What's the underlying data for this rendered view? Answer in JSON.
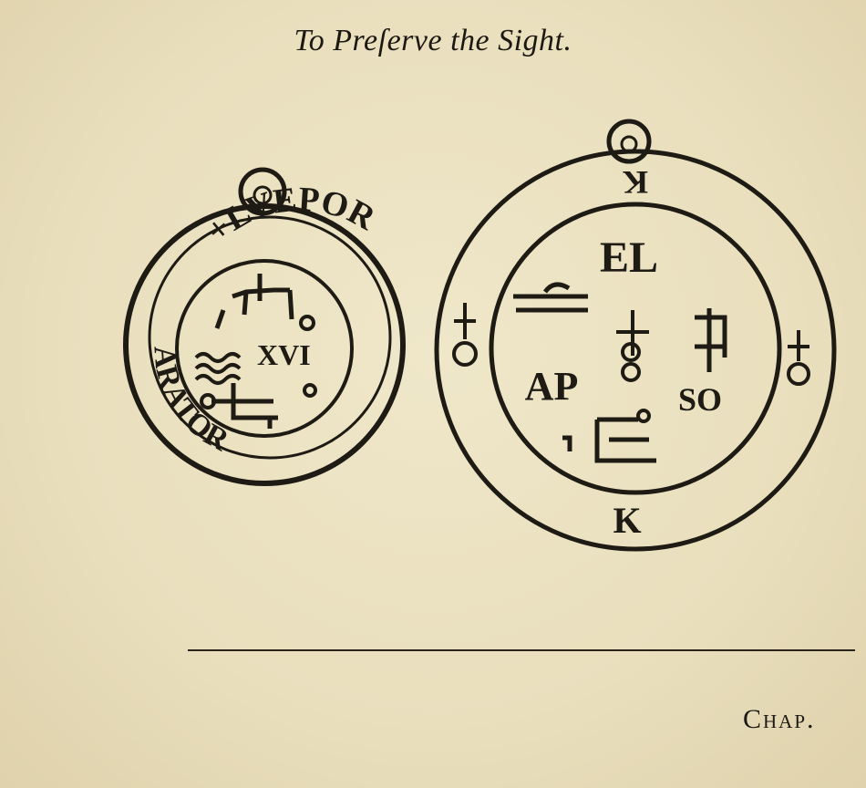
{
  "page": {
    "title": "To Preſerve the Sight.",
    "catchword": "Chap."
  },
  "left_seal": {
    "outer_ring_text": "+LVEPOR",
    "lower_ring_text": "ARATOR",
    "inner_text": "XVI"
  },
  "right_seal": {
    "top_letter": "K",
    "bottom_letter": "K",
    "center_top": "EL",
    "center_left": "AP",
    "center_right": "SO"
  },
  "colors": {
    "paper": "#ece3c4",
    "ink": "#1e1a14"
  }
}
